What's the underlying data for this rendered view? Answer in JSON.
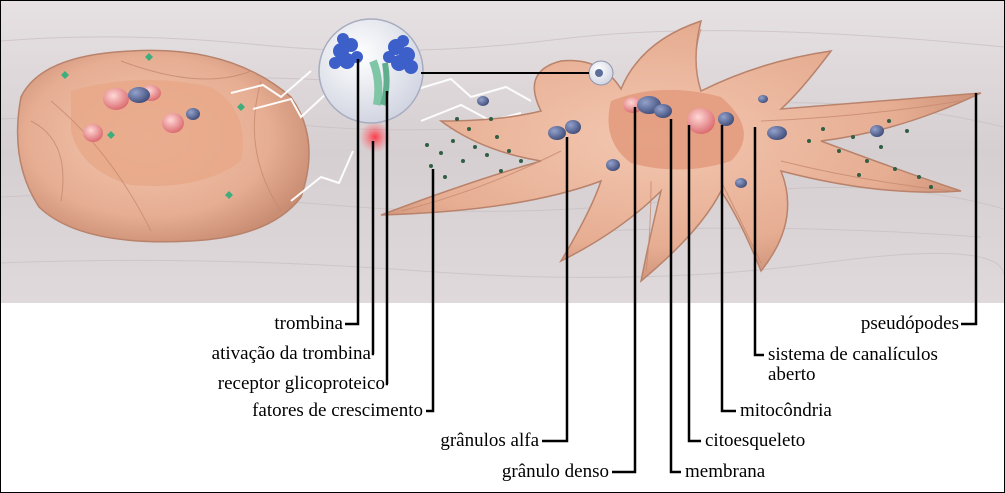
{
  "labels": {
    "trombina": "trombina",
    "ativacao_trombina": "ativação da trombina",
    "receptor_glicoproteico": "receptor glicoproteico",
    "fatores_crescimento": "fatores de crescimento",
    "granulos_alfa": "grânulos alfa",
    "granulo_denso": "grânulo denso",
    "membrana": "membrana",
    "citoesqueleto": "citoesqueleto",
    "mitocondria": "mitocôndria",
    "sistema_canaliculos_l1": "sistema de canalículos",
    "sistema_canaliculos_l2": "aberto",
    "pseudopodes": "pseudópodes"
  },
  "colors": {
    "platelet_body": "#eab79b",
    "platelet_shadow": "#c98d73",
    "granule_dense": "#5e6e9a",
    "mitochondria": "#e58a86",
    "alpha_dots": "#2f5e43",
    "background_surface": "#d9d2d4",
    "leader_line": "#000000"
  },
  "icons": {
    "thrombin_receptor_zoom": "molecule-cluster-icon",
    "activation_spark": "lightning-icon"
  }
}
